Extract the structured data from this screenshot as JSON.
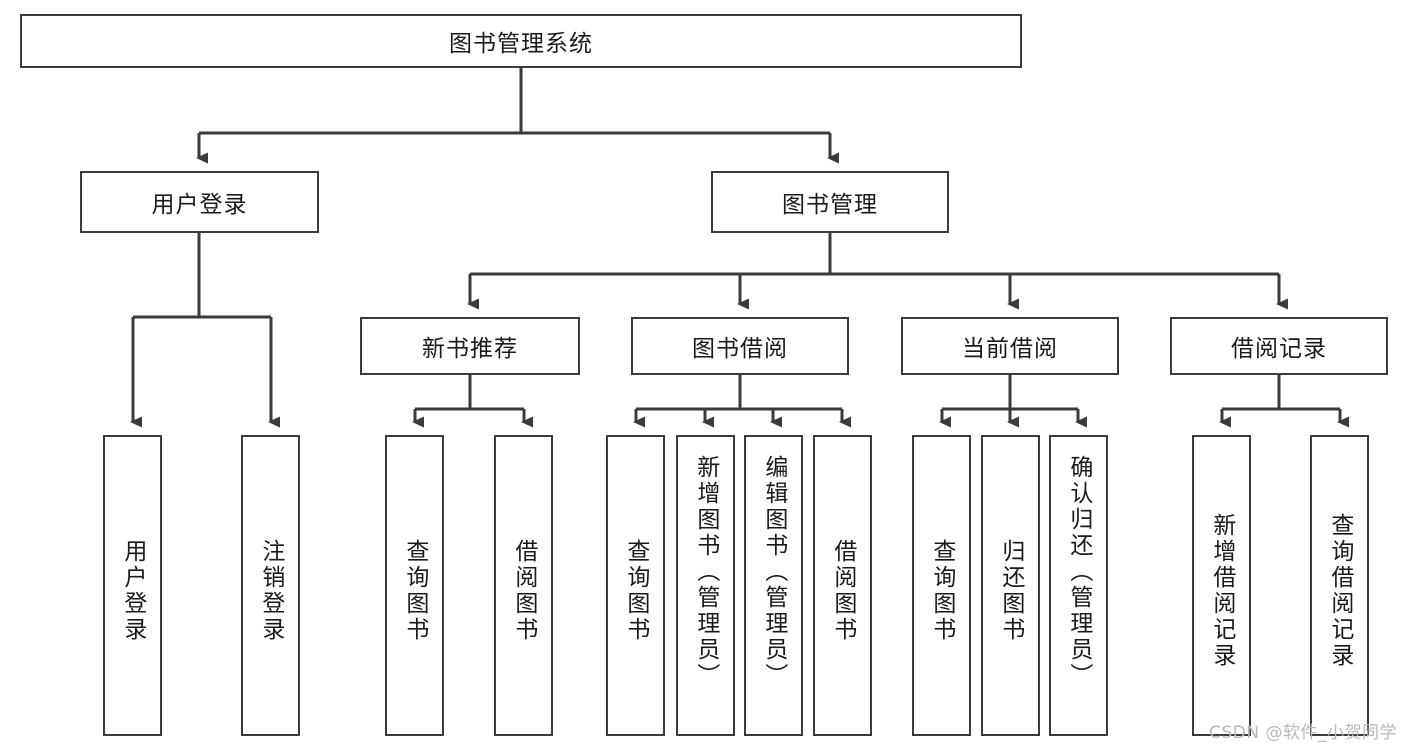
{
  "diagram": {
    "type": "tree-hierarchy",
    "title": "图书管理系统",
    "root": {
      "id": "root",
      "label": "图书管理系统"
    },
    "level2": [
      {
        "id": "user-login",
        "label": "用户登录"
      },
      {
        "id": "book-management",
        "label": "图书管理"
      }
    ],
    "level3": [
      {
        "id": "new-book-recommend",
        "label": "新书推荐",
        "parent": "book-management"
      },
      {
        "id": "book-borrow",
        "label": "图书借阅",
        "parent": "book-management"
      },
      {
        "id": "current-borrow",
        "label": "当前借阅",
        "parent": "book-management"
      },
      {
        "id": "borrow-record",
        "label": "借阅记录",
        "parent": "book-management"
      }
    ],
    "leaves": [
      {
        "id": "leaf-user-login",
        "label": "用户登录",
        "parent": "user-login"
      },
      {
        "id": "leaf-logout",
        "label": "注销登录",
        "parent": "user-login"
      },
      {
        "id": "leaf-query-book-1",
        "label": "查询图书",
        "parent": "new-book-recommend"
      },
      {
        "id": "leaf-borrow-book-1",
        "label": "借阅图书",
        "parent": "new-book-recommend"
      },
      {
        "id": "leaf-query-book-2",
        "label": "查询图书",
        "parent": "book-borrow"
      },
      {
        "id": "leaf-add-book",
        "label": "新增图书（管理员）",
        "parent": "book-borrow"
      },
      {
        "id": "leaf-edit-book",
        "label": "编辑图书（管理员）",
        "parent": "book-borrow"
      },
      {
        "id": "leaf-borrow-book-2",
        "label": "借阅图书",
        "parent": "book-borrow"
      },
      {
        "id": "leaf-query-book-3",
        "label": "查询图书",
        "parent": "current-borrow"
      },
      {
        "id": "leaf-return-book",
        "label": "归还图书",
        "parent": "current-borrow"
      },
      {
        "id": "leaf-confirm-return",
        "label": "确认归还（管理员）",
        "parent": "current-borrow"
      },
      {
        "id": "leaf-add-record",
        "label": "新增借阅记录",
        "parent": "borrow-record"
      },
      {
        "id": "leaf-query-record",
        "label": "查询借阅记录",
        "parent": "borrow-record"
      }
    ]
  },
  "watermark": {
    "text": "CSDN @软件_小贺同学"
  },
  "colors": {
    "border": "#3b3b3b",
    "text": "#1a1a1a",
    "background": "#ffffff",
    "watermark": "#b9b9b9"
  }
}
